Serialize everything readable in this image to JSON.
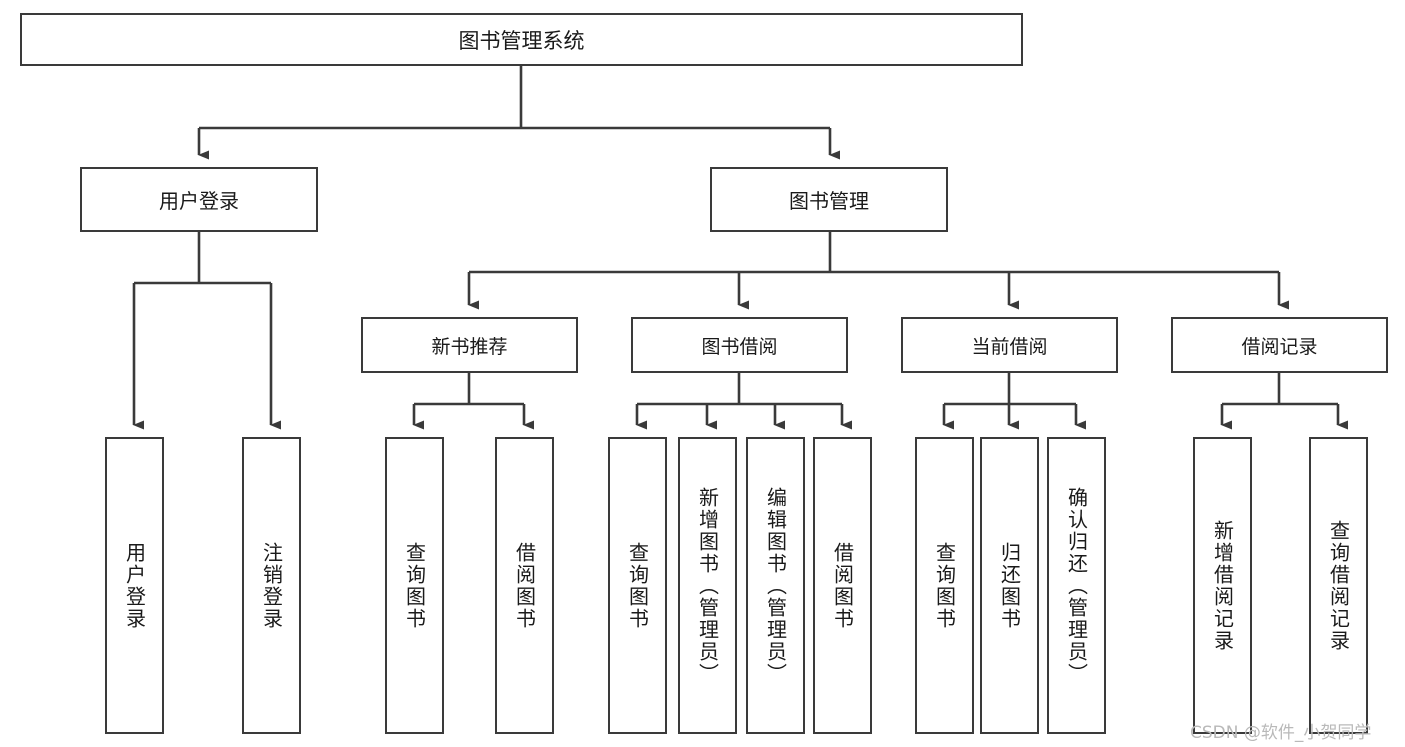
{
  "diagram": {
    "kind": "tree",
    "title": "图书管理系统",
    "root": {
      "label": "图书管理系统"
    },
    "level2": [
      {
        "label": "用户登录"
      },
      {
        "label": "图书管理"
      }
    ],
    "level3": [
      {
        "label": "新书推荐"
      },
      {
        "label": "图书借阅"
      },
      {
        "label": "当前借阅"
      },
      {
        "label": "借阅记录"
      }
    ],
    "leaves": {
      "user_login": [
        {
          "label": "用户登录"
        },
        {
          "label": "注销登录"
        }
      ],
      "new_book_recommend": [
        {
          "label": "查询图书"
        },
        {
          "label": "借阅图书"
        }
      ],
      "book_borrow": [
        {
          "label": "查询图书"
        },
        {
          "label": "新增图书（管理员）"
        },
        {
          "label": "编辑图书（管理员）"
        },
        {
          "label": "借阅图书"
        }
      ],
      "current_borrow": [
        {
          "label": "查询图书"
        },
        {
          "label": "归还图书"
        },
        {
          "label": "确认归还（管理员）"
        }
      ],
      "borrow_record": [
        {
          "label": "新增借阅记录"
        },
        {
          "label": "查询借阅记录"
        }
      ]
    }
  },
  "watermark": {
    "text": "CSDN @软件_小贺同学"
  },
  "colors": {
    "stroke": "#3a3a3a",
    "fill": "#ffffff",
    "text": "#1a1a1a",
    "watermark": "#b9b9b9"
  }
}
